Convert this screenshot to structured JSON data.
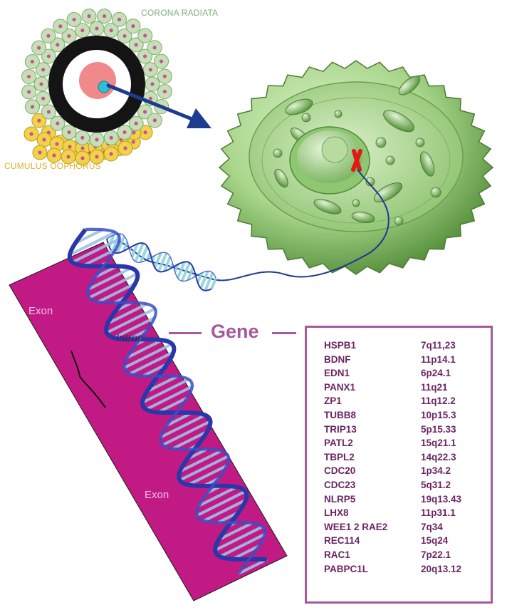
{
  "labels": {
    "corona_radiata": "CORONA RADIATA",
    "cumulus_oophorus": "CUMULUS OOPHORUS",
    "exon_top": "Exon",
    "exon_bottom": "Exon",
    "intron": "Intron",
    "gene": "Gene"
  },
  "genes": [
    {
      "name": "HSPB1",
      "locus": "7q11,23"
    },
    {
      "name": "BDNF",
      "locus": "11p14.1"
    },
    {
      "name": "EDN1",
      "locus": "6p24.1"
    },
    {
      "name": "PANX1",
      "locus": "11q21"
    },
    {
      "name": "ZP1",
      "locus": "11q12.2"
    },
    {
      "name": "TUBB8",
      "locus": "10p15.3"
    },
    {
      "name": "TRIP13",
      "locus": "5p15.33"
    },
    {
      "name": "PATL2",
      "locus": "15q21.1"
    },
    {
      "name": "TBPL2",
      "locus": "14q22.3"
    },
    {
      "name": "CDC20",
      "locus": "1p34.2"
    },
    {
      "name": "CDC23",
      "locus": "5q31.2"
    },
    {
      "name": "NLRP5",
      "locus": "19q13.43"
    },
    {
      "name": "LHX8",
      "locus": "11p31.1"
    },
    {
      "name": "WEE1 2 RAE2",
      "locus": "7q34"
    },
    {
      "name": "REC114",
      "locus": "15q24"
    },
    {
      "name": "RAC1",
      "locus": "7p22.1"
    },
    {
      "name": "PABPC1L",
      "locus": "20q13.12"
    }
  ],
  "colors": {
    "corona": "#c7dfb8",
    "cumulus": "#f2d24a",
    "zona": "#141414",
    "ooplasm": "#f08a8a",
    "nucleus": "#2cc1d4",
    "arrow": "#1d3b8f",
    "cell": "#9ccf7e",
    "exon_strip": "#c21a84",
    "dna_dark": "#2a37a8",
    "dna_light": "#8fd3dc",
    "gene_accent": "#a55a9e",
    "chromosome": "#e01818"
  }
}
